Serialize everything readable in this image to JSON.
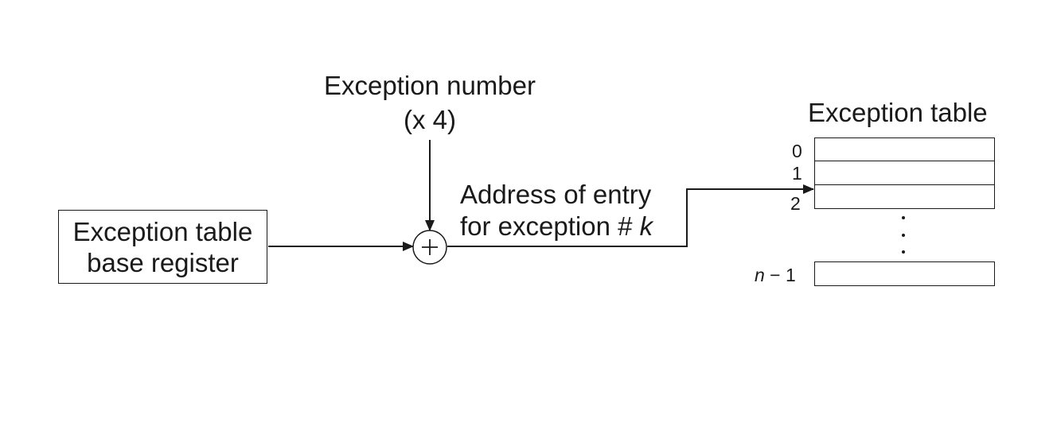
{
  "diagram": {
    "exception_number": {
      "line1": "Exception number",
      "line2": "(x 4)"
    },
    "base_register": {
      "line1": "Exception table",
      "line2": "base register"
    },
    "adder_symbol": "+",
    "address_label": {
      "line1": "Address of entry",
      "line2_prefix": "for exception # ",
      "line2_var": "k"
    },
    "exception_table": {
      "title": "Exception table",
      "indices": [
        "0",
        "1",
        "2"
      ],
      "last_index_var": "n",
      "last_index_suffix": " − 1",
      "ellipsis": "⋮"
    }
  }
}
